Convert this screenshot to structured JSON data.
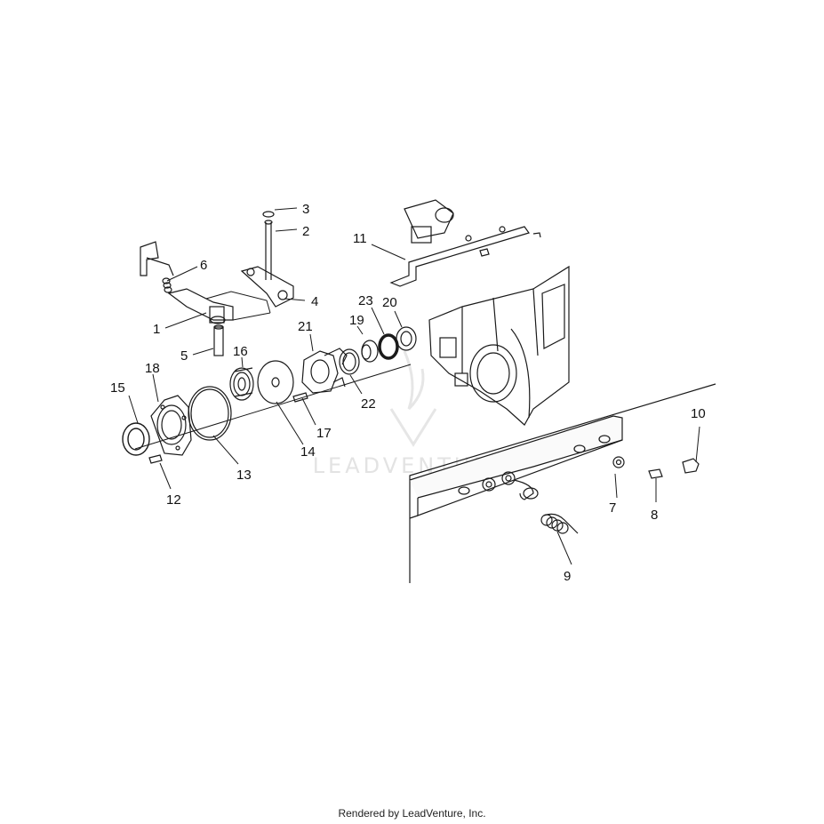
{
  "diagram": {
    "callouts": [
      "1",
      "2",
      "3",
      "4",
      "5",
      "6",
      "7",
      "8",
      "9",
      "10",
      "11",
      "12",
      "13",
      "14",
      "15",
      "16",
      "17",
      "18",
      "19",
      "20",
      "21",
      "22",
      "23"
    ],
    "watermark": "LEADVENTURE"
  },
  "footer": {
    "text": "Rendered by LeadVenture, Inc."
  },
  "colors": {
    "line": "#1a1a1a",
    "background": "#ffffff",
    "watermark": "#e3e3e3"
  }
}
